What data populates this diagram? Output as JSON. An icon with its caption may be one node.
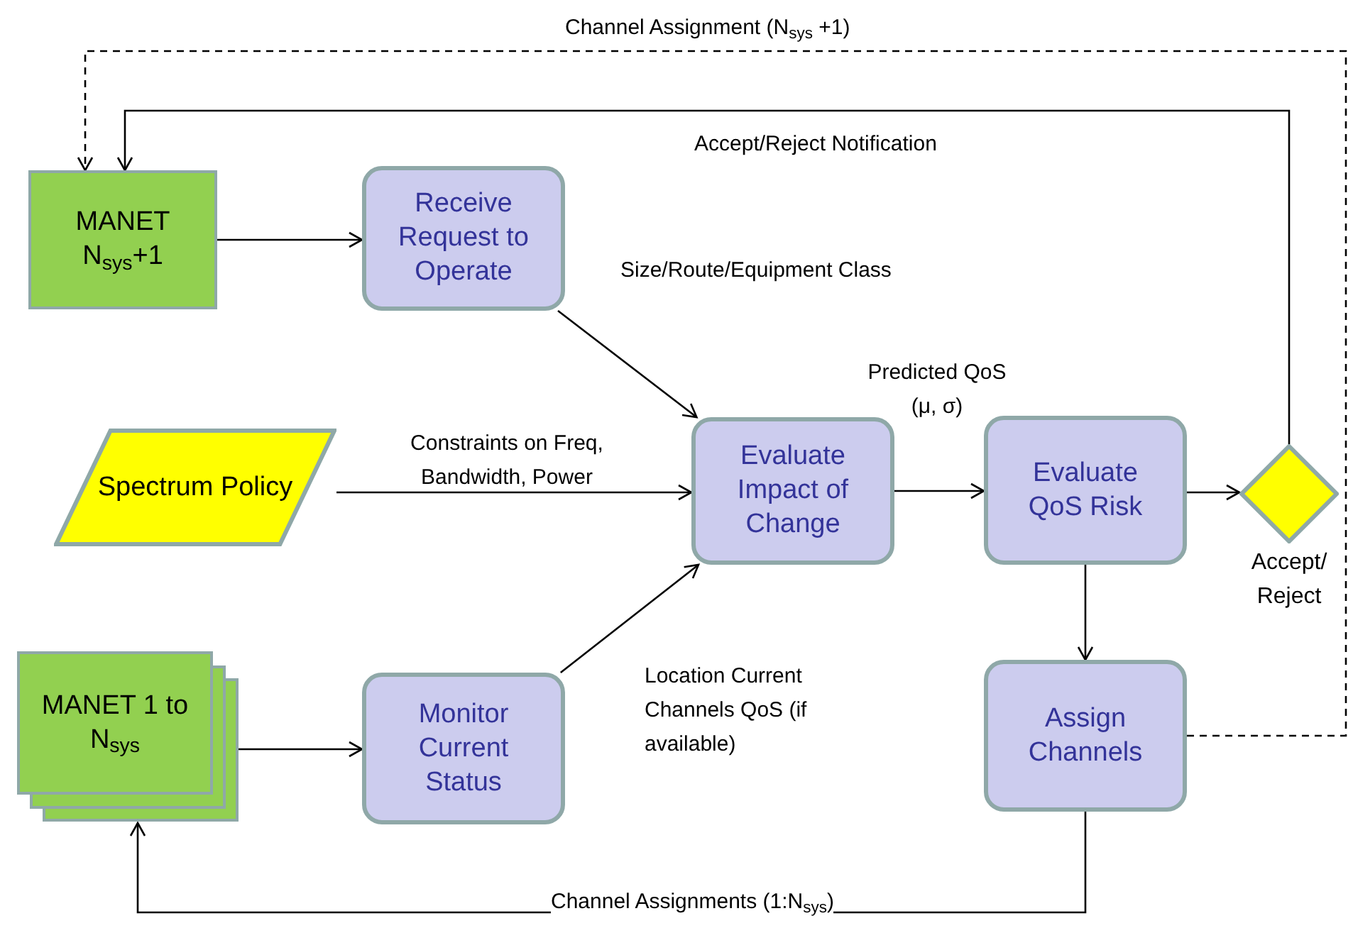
{
  "diagram": {
    "nodes": [
      {
        "text": [
          "MANET N$_{sys}$+1"
        ]
      },
      {
        "text": [
          "Receive Request to Operate"
        ]
      },
      {
        "text": [
          "Spectrum Policy"
        ]
      },
      {
        "text": [
          "Evaluate Impact of Change"
        ]
      },
      {
        "text": [
          "Evaluate QoS Risk"
        ]
      },
      {
        "text": [],
        "shape": "diamond",
        "beside": [
          "Accept/ Reject"
        ]
      },
      {
        "text": [
          "MANET 1 to N$_{sys}$"
        ]
      },
      {
        "text": [
          "Monitor Current Status"
        ]
      },
      {
        "text": [
          "Assign Channels"
        ]
      }
    ],
    "edges": [
      {
        "from": 0,
        "to": 1,
        "arrow": "to"
      },
      {
        "from": 1,
        "to": 3,
        "arrow": "to",
        "label": "Size/Route/Equipment Class"
      },
      {
        "from": 2,
        "to": 3,
        "arrow": "to",
        "label": "Constraints on Freq, Bandwidth, Power"
      },
      {
        "from": 7,
        "to": 3,
        "arrow": "to",
        "label": "Location Current Channels QoS (if available)"
      },
      {
        "from": 3,
        "to": 4,
        "arrow": "to",
        "label": "Predicted QoS (μ, σ)"
      },
      {
        "from": 4,
        "to": 5,
        "arrow": "to"
      },
      {
        "from": 5,
        "to": 0,
        "arrow": "to",
        "label": "Accept/Reject Notification"
      },
      {
        "from": 4,
        "to": 8,
        "arrow": "to"
      },
      {
        "from": 6,
        "to": 7,
        "arrow": "to"
      },
      {
        "from": 8,
        "to": 6,
        "arrow": "to",
        "label": "Channel Assignments (1:N$_{sys}$)"
      },
      {
        "from": 8,
        "to": 0,
        "arrow": "to",
        "style": "dashed",
        "label": "Channel Assignment (N$_{sys}$ +1)"
      }
    ]
  }
}
